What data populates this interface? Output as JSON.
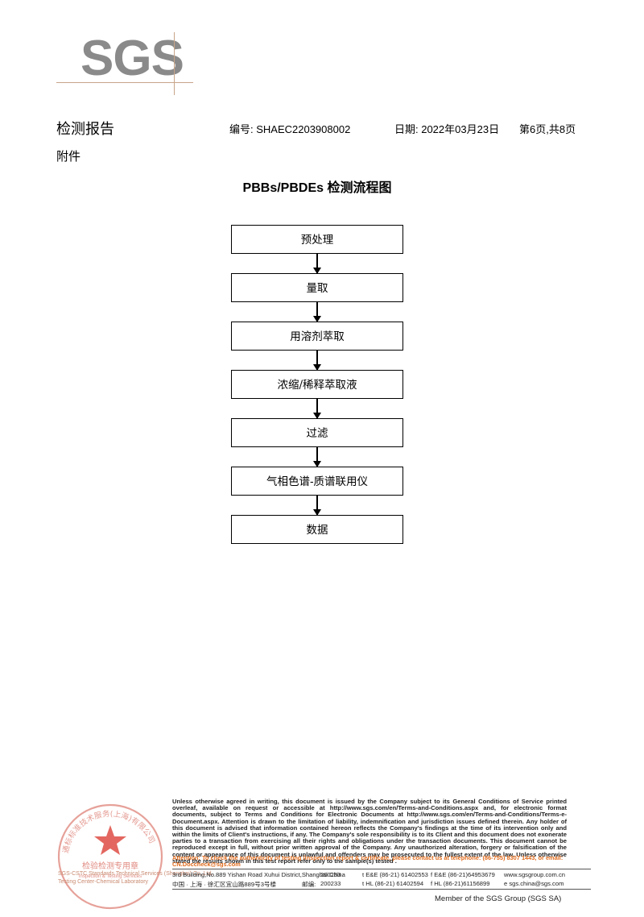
{
  "logo": {
    "text": "SGS",
    "color": "#8a8a8a"
  },
  "header": {
    "title": "检测报告",
    "number": "编号: SHAEC2203908002",
    "date": "日期: 2022年03月23日",
    "page": "第6页,共8页",
    "attachment": "附件"
  },
  "flowchart": {
    "title": "PBBs/PBDEs 检测流程图",
    "steps": [
      "预处理",
      "量取",
      "用溶剂萃取",
      "浓缩/稀释萃取液",
      "过滤",
      "气相色谱-质谱联用仪",
      "数据"
    ]
  },
  "stamp": {
    "arc_text": "通标标准技术服务(上海)有限公司",
    "center_text": "检验检测专用章",
    "english_text": "Inspection & Testing Services",
    "color": "#d9534f"
  },
  "footer": {
    "testing_center_1": "SGS-CSTC Standards Technical Services (Shanghai) Co.,Ltd.",
    "testing_center_2": "Testing Center-Chemical Laboratory",
    "disclaimer": "Unless otherwise agreed in writing, this document is issued by the Company subject to its General Conditions of Service printed overleaf, available on request or accessible at http://www.sgs.com/en/Terms-and-Conditions.aspx and, for electronic format documents, subject to Terms and Conditions for Electronic Documents at http://www.sgs.com/en/Terms-and-Conditions/Terms-e-Document.aspx. Attention is drawn to the limitation of liability, indemnification and jurisdiction issues defined therein. Any holder of this document is advised that information contained hereon reflects the Company's findings at the time of its intervention only and within the limits of Client's instructions, if any. The Company's sole responsibility is to its Client and this document does not exonerate parties to a transaction from exercising all their rights and obligations under the transaction documents. This document cannot be reproduced except in full, without prior written approval of the Company. Any unauthorized alteration, forgery or falsification of the content or appearance of this document is unlawful and offenders may be prosecuted to the fullest extent of the law. Unless otherwise stated the results shown in this test report refer only to the sample(s) tested .",
    "attention": "Attention: To check the authenticity of testing /inspection report & certificate, please contact us at telephone: (86-755) 8307 1443, or email: CN.Doccheck@sgs.com",
    "address_en": "3rd Building,No.889 Yishan Road Xuhui District,Shanghai China",
    "postcode_en": "200233",
    "tel_en": "t E&E (86-21) 61402553",
    "fax_en": "f E&E (86-21)64953679",
    "web": "www.sgsgroup.com.cn",
    "address_cn": "中国 · 上海 · 徐汇区宜山路889号3号楼",
    "postcode_cn_label": "邮编:",
    "postcode_cn": "200233",
    "tel_cn": "t HL (86-21) 61402594",
    "fax_cn": "f HL (86-21)61156899",
    "email": "e sgs.china@sgs.com",
    "member": "Member of the SGS Group (SGS SA)"
  }
}
